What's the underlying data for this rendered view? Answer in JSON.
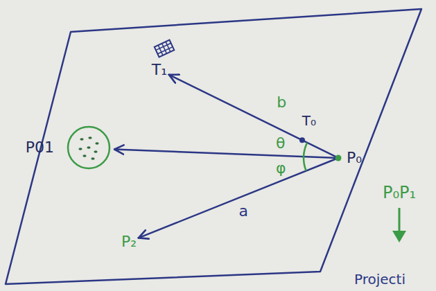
{
  "diagram": {
    "nodes": [
      {
        "text": [
          "P₀"
        ]
      },
      {
        "text": [
          "P01"
        ]
      },
      {
        "text": [
          "T₁"
        ]
      },
      {
        "text": [
          "P₂"
        ]
      }
    ],
    "edges": [
      {
        "from": 0,
        "to": 1,
        "arrow": "to"
      },
      {
        "from": 0,
        "to": 2,
        "arrow": "to",
        "label": "b"
      },
      {
        "from": 0,
        "to": 3,
        "arrow": "to",
        "label": "a"
      }
    ],
    "labels": [
      "T₀",
      "θ",
      "φ",
      "P₀P₁",
      "Projecti"
    ]
  }
}
